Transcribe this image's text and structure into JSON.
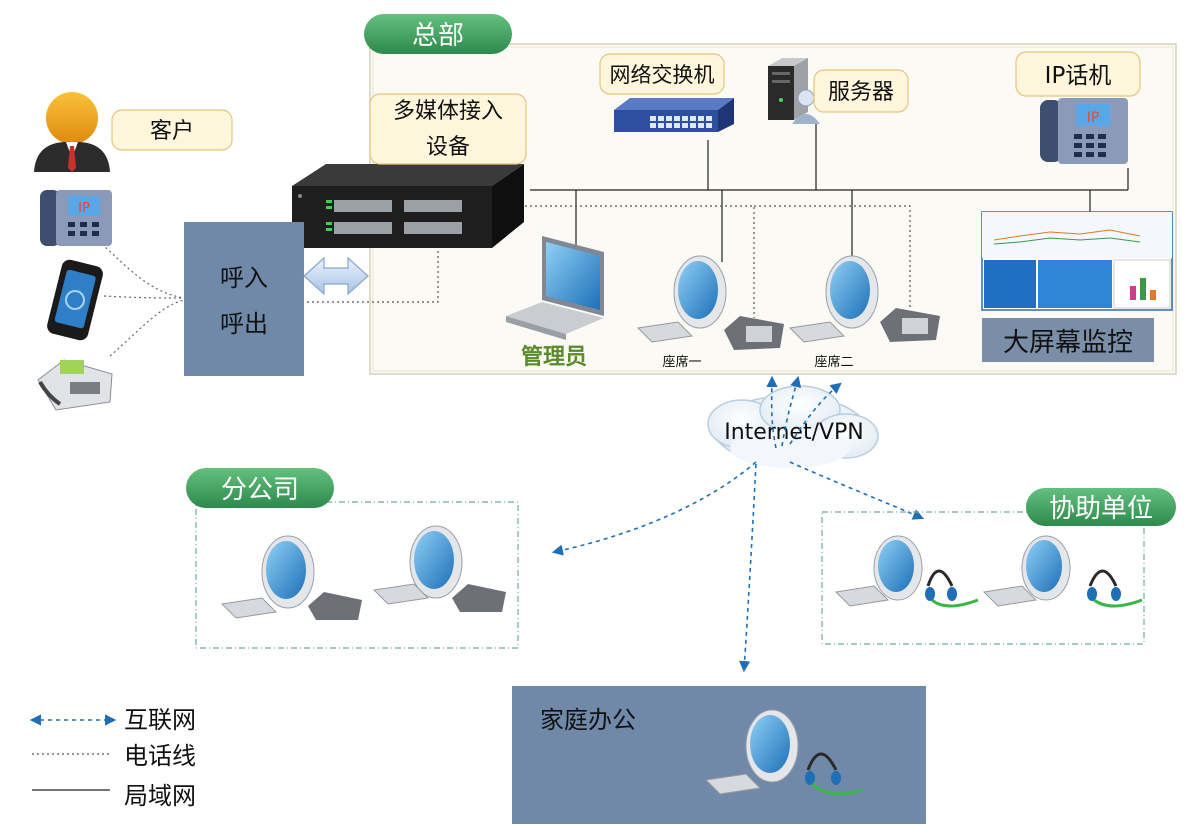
{
  "headquarters": {
    "title": "总部",
    "media_device": {
      "label_line1": "多媒体接入",
      "label_line2": "设备"
    },
    "switch": {
      "label": "网络交换机"
    },
    "server": {
      "label": "服务器"
    },
    "ip_phone": {
      "label": "IP话机"
    },
    "admin": {
      "label": "管理员"
    },
    "seat1": {
      "label": "座席一"
    },
    "seat2": {
      "label": "座席二"
    },
    "monitor": {
      "label": "大屏幕监控"
    }
  },
  "customer": {
    "label": "客户",
    "phone_badge": "IP"
  },
  "call_box": {
    "line1": "呼入",
    "line2": "呼出"
  },
  "cloud": {
    "label": "Internet/VPN"
  },
  "branch": {
    "title": "分公司"
  },
  "assist": {
    "title": "协助单位"
  },
  "home": {
    "title": "家庭办公"
  },
  "legend": {
    "internet": "互联网",
    "phone_line": "电话线",
    "lan": "局域网"
  },
  "colors": {
    "green_tag": "#3a9a5a",
    "callout_bg": "#fff6dc",
    "callout_border": "#e3c580",
    "box_fill": "#7189a8",
    "internet_line": "#1e6fb5",
    "admin_text": "#5a8a2a"
  }
}
